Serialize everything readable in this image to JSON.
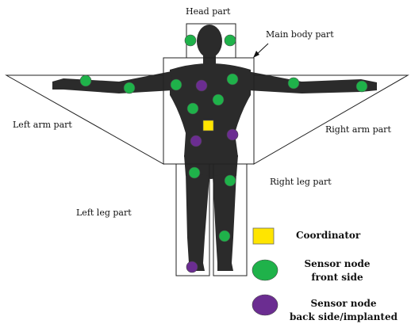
{
  "labels": {
    "head": "Head part",
    "main_body": "Main body part",
    "left_arm": "Left arm part",
    "right_arm": "Right arm part",
    "left_leg": "Left leg part",
    "right_leg": "Right leg part"
  },
  "legend": {
    "coordinator": "Coordinator",
    "front_line1": "Sensor node",
    "front_line2": "front side",
    "back_line1": "Sensor node",
    "back_line2": "back side/implanted"
  },
  "colors": {
    "front_node": "#1fb24a",
    "back_node": "#6b2d91",
    "coordinator": "#ffe500",
    "body": "#2b2b2b"
  }
}
